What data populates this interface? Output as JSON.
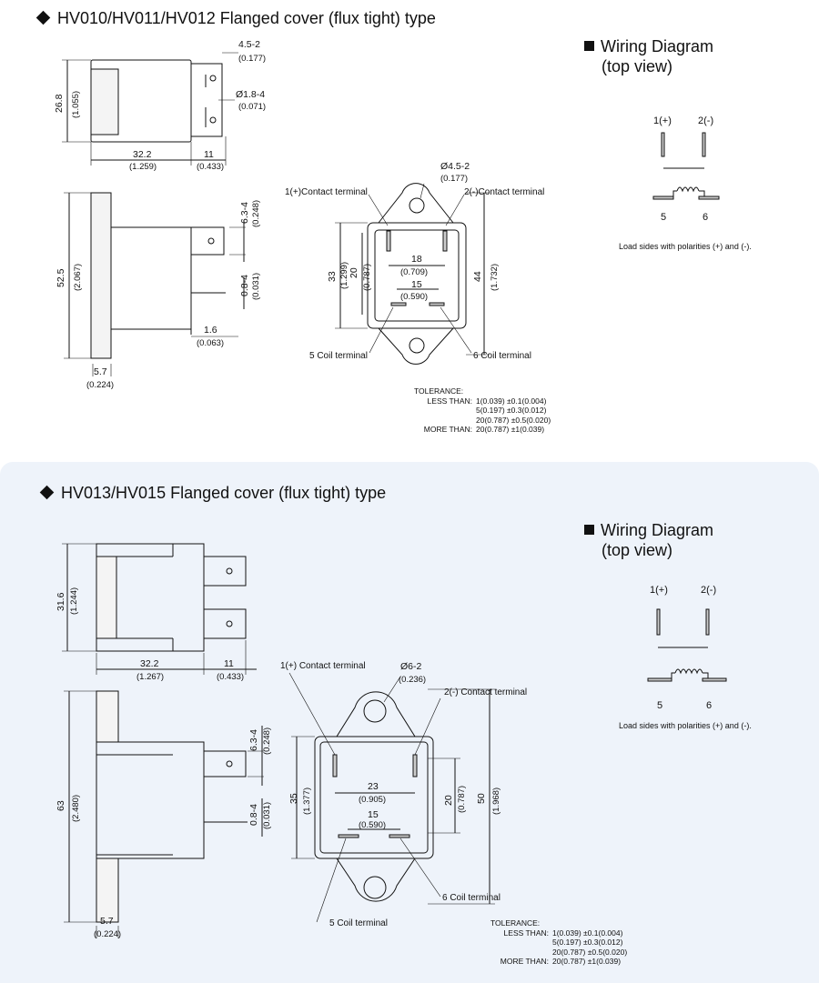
{
  "section1": {
    "heading": "HV010/HV011/HV012  Flanged  cover (flux tight) type",
    "wiring": {
      "title": "Wiring Diagram",
      "subtitle": "(top view)",
      "terminal_pos": "1(+)",
      "terminal_neg": "2(-)",
      "coil_left": "5",
      "coil_right": "6",
      "note": "Load sides with polarities (+) and (-)."
    },
    "dims": {
      "d1": "4.5-2",
      "d1i": "(0.177)",
      "d2": "Ø1.8-4",
      "d2i": "(0.071)",
      "d3": "26.8",
      "d3i": "(1.055)",
      "d4": "32.2",
      "d4i": "(1.259)",
      "d5": "11",
      "d5i": "(0.433)",
      "d6": "6.3-4",
      "d6i": "(0.248)",
      "d7": "52.5",
      "d7i": "(2.067)",
      "d8": "0.8-4",
      "d8i": "(0.031)",
      "d9": "1.6",
      "d9i": "(0.063)",
      "d10": "5.7",
      "d10i": "(0.224)",
      "d11": "Ø4.5-2",
      "d11i": "(0.177)",
      "d12": "18",
      "d12i": "(0.709)",
      "d13": "15",
      "d13i": "(0.590)",
      "d14": "33",
      "d14i": "(1.299)",
      "d15": "20",
      "d15i": "(0.787)",
      "d16": "44",
      "d16i": "(1.732)"
    },
    "labels": {
      "contact_pos": "1(+)Contact terminal",
      "contact_neg": "2(-)Contact terminal",
      "coil5": "5 Coil terminal",
      "coil6": "6 Coil terminal"
    }
  },
  "section2": {
    "heading": "HV013/HV015  Flanged  cover (flux tight) type",
    "wiring": {
      "title": "Wiring Diagram",
      "subtitle": "(top view)",
      "terminal_pos": "1(+)",
      "terminal_neg": "2(-)",
      "coil_left": "5",
      "coil_right": "6",
      "note": "Load sides with polarities (+) and (-)."
    },
    "dims": {
      "d1": "31.6",
      "d1i": "(1.244)",
      "d2": "32.2",
      "d2i": "(1.267)",
      "d3": "11",
      "d3i": "(0.433)",
      "d4": "6.3-4",
      "d4i": "(0.248)",
      "d5": "63",
      "d5i": "(2.480)",
      "d6": "0.8-4",
      "d6i": "(0.031)",
      "d7": "5.7",
      "d7i": "(0.224)",
      "d8": "Ø6-2",
      "d8i": "(0.236)",
      "d9": "23",
      "d9i": "(0.905)",
      "d10": "20",
      "d10i": "(0.787)",
      "d11": "15",
      "d11i": "(0.590)",
      "d12": "35",
      "d12i": "(1.377)",
      "d13": "50",
      "d13i": "(1.968)"
    },
    "labels": {
      "contact_pos": "1(+) Contact terminal",
      "contact_neg": "2(-) Contact terminal",
      "coil5": "5 Coil terminal",
      "coil6": "6 Coil terminal"
    }
  },
  "tolerance": {
    "title": "TOLERANCE:",
    "rows": [
      {
        "label": "LESS THAN:",
        "value": "1(0.039) ±0.1(0.004)"
      },
      {
        "label": "",
        "value": "5(0.197) ±0.3(0.012)"
      },
      {
        "label": "",
        "value": "20(0.787) ±0.5(0.020)"
      },
      {
        "label": "MORE THAN:",
        "value": "20(0.787) ±1(0.039)"
      }
    ]
  }
}
